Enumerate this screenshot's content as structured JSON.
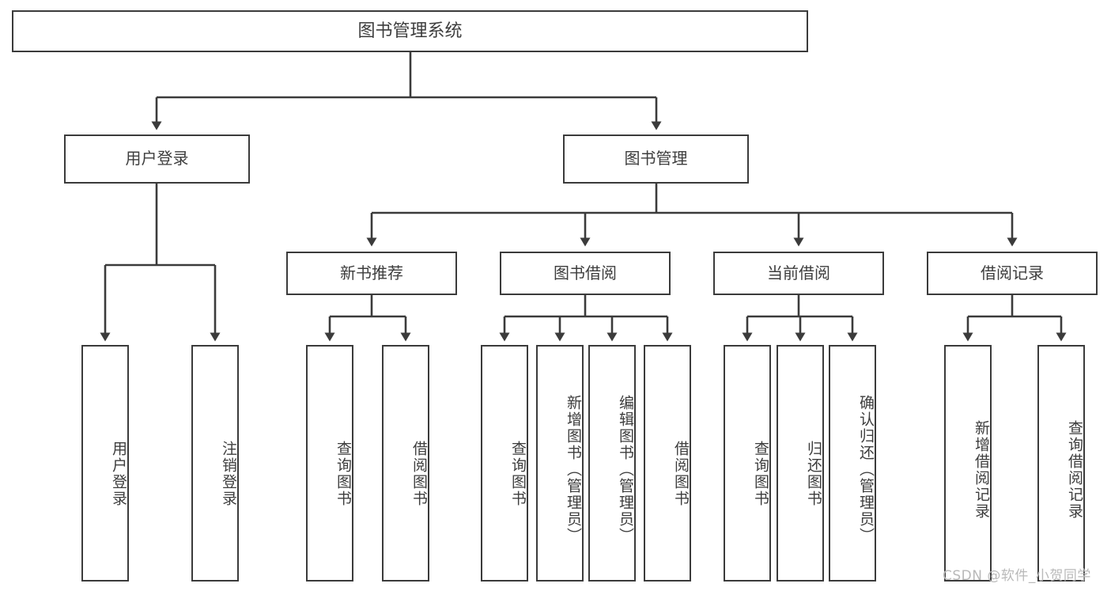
{
  "diagram": {
    "title": "图书管理系统",
    "type": "hierarchy-tree",
    "root": {
      "label": "图书管理系统"
    },
    "level2": [
      {
        "id": "user-login",
        "label": "用户登录"
      },
      {
        "id": "book-management",
        "label": "图书管理"
      }
    ],
    "level3": [
      {
        "id": "new-book-recommend",
        "label": "新书推荐",
        "parent": "book-management"
      },
      {
        "id": "book-borrow",
        "label": "图书借阅",
        "parent": "book-management"
      },
      {
        "id": "current-borrow",
        "label": "当前借阅",
        "parent": "book-management"
      },
      {
        "id": "borrow-record",
        "label": "借阅记录",
        "parent": "book-management"
      }
    ],
    "leaves": [
      {
        "id": "leaf-user-login",
        "label": "用户登录",
        "parent": "user-login"
      },
      {
        "id": "leaf-logout-login",
        "label": "注销登录",
        "parent": "user-login"
      },
      {
        "id": "leaf-query-book-1",
        "label": "查询图书",
        "parent": "new-book-recommend"
      },
      {
        "id": "leaf-borrow-book-1",
        "label": "借阅图书",
        "parent": "new-book-recommend"
      },
      {
        "id": "leaf-query-book-2",
        "label": "查询图书",
        "parent": "book-borrow"
      },
      {
        "id": "leaf-add-book",
        "label": "新增图书（管理员）",
        "parent": "book-borrow"
      },
      {
        "id": "leaf-edit-book",
        "label": "编辑图书（管理员）",
        "parent": "book-borrow"
      },
      {
        "id": "leaf-borrow-book-2",
        "label": "借阅图书",
        "parent": "book-borrow"
      },
      {
        "id": "leaf-query-book-3",
        "label": "查询图书",
        "parent": "current-borrow"
      },
      {
        "id": "leaf-return-book",
        "label": "归还图书",
        "parent": "current-borrow"
      },
      {
        "id": "leaf-confirm-return",
        "label": "确认归还（管理员）",
        "parent": "current-borrow"
      },
      {
        "id": "leaf-add-record",
        "label": "新增借阅记录",
        "parent": "borrow-record"
      },
      {
        "id": "leaf-query-record",
        "label": "查询借阅记录",
        "parent": "borrow-record"
      }
    ],
    "colors": {
      "stroke": "#3b3b3b",
      "text": "#3d3d3d",
      "background": "#ffffff",
      "watermark": "#b9b9b9"
    }
  },
  "watermark": {
    "text": "CSDN @软件_小贺同学"
  }
}
